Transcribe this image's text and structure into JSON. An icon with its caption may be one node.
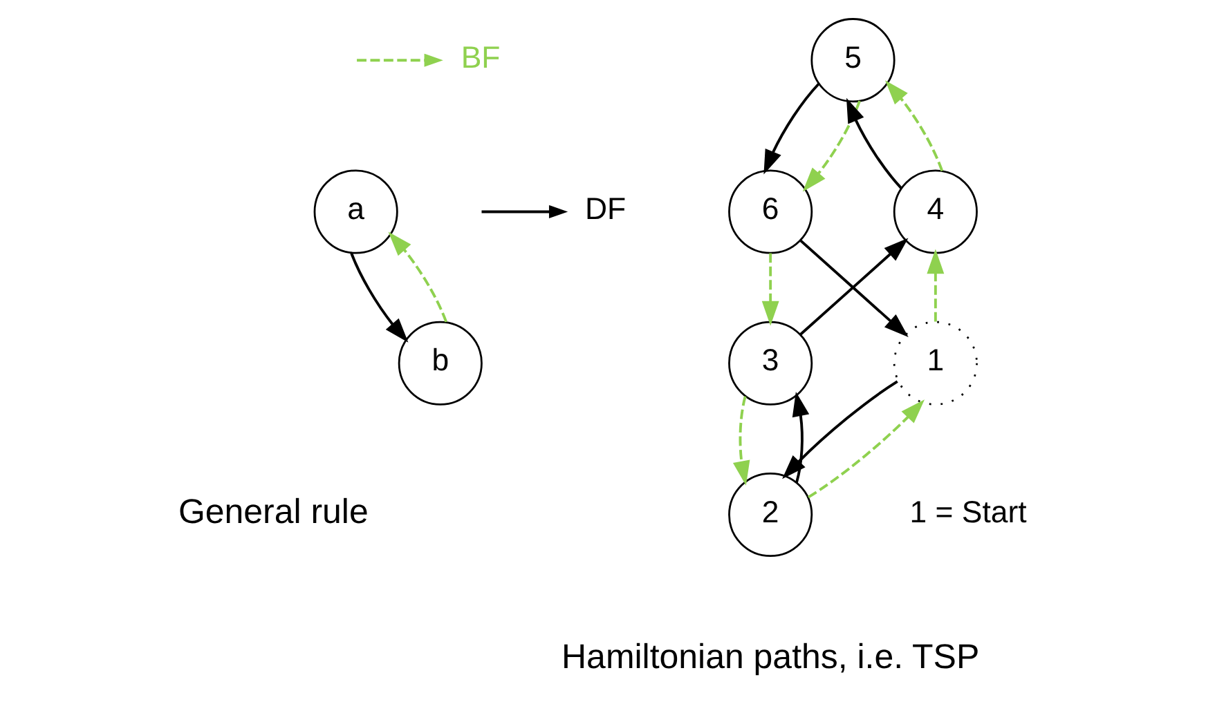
{
  "diagram": {
    "nodes": [
      {
        "text": [
          "a"
        ]
      },
      {
        "text": [
          "b"
        ]
      },
      {
        "text": [
          "5"
        ]
      },
      {
        "text": [
          "6"
        ]
      },
      {
        "text": [
          "4"
        ]
      },
      {
        "text": [
          "3"
        ]
      },
      {
        "text": [
          "1"
        ],
        "beside": [
          "1 = Start"
        ]
      },
      {
        "text": [
          "2"
        ]
      }
    ],
    "edges": [
      {
        "from": 0,
        "to": 1,
        "arrow": "to"
      },
      {
        "from": 1,
        "to": 0,
        "arrow": "to",
        "style": "dashed",
        "color": "#8fd14f"
      },
      {
        "from": 6,
        "to": 7,
        "arrow": "to"
      },
      {
        "from": 7,
        "to": 5,
        "arrow": "to"
      },
      {
        "from": 5,
        "to": 4,
        "arrow": "to"
      },
      {
        "from": 4,
        "to": 2,
        "arrow": "to"
      },
      {
        "from": 2,
        "to": 3,
        "arrow": "to"
      },
      {
        "from": 3,
        "to": 6,
        "arrow": "to"
      },
      {
        "from": 7,
        "to": 6,
        "arrow": "to",
        "style": "dashed",
        "color": "#8fd14f"
      },
      {
        "from": 5,
        "to": 7,
        "arrow": "to",
        "style": "dashed",
        "color": "#8fd14f"
      },
      {
        "from": 3,
        "to": 5,
        "arrow": "to",
        "style": "dashed",
        "color": "#8fd14f"
      },
      {
        "from": 2,
        "to": 3,
        "arrow": "to",
        "style": "dashed",
        "color": "#8fd14f"
      },
      {
        "from": 4,
        "to": 2,
        "arrow": "to",
        "style": "dashed",
        "color": "#8fd14f"
      },
      {
        "from": 6,
        "to": 4,
        "arrow": "to",
        "style": "dashed",
        "color": "#8fd14f"
      }
    ],
    "labels": [
      "General rule",
      "Hamiltonian paths, i.e. TSP"
    ],
    "legend": [
      {
        "text": "BF"
      },
      {
        "text": "DF"
      }
    ]
  }
}
